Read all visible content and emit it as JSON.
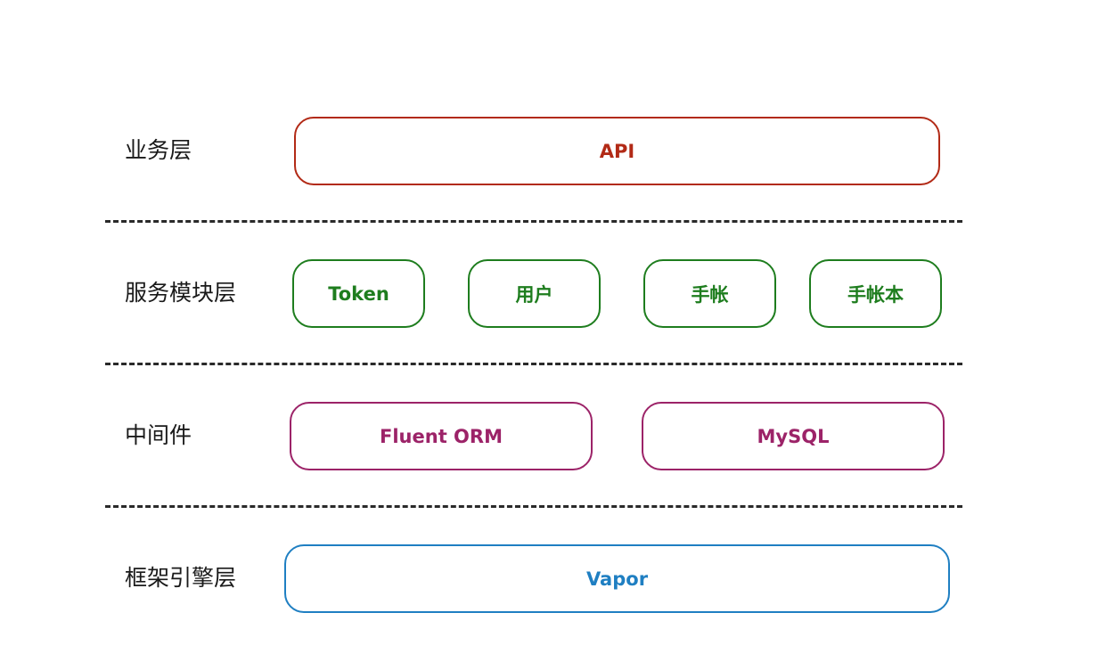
{
  "colors": {
    "business": "#b22a16",
    "service": "#1e7d1e",
    "middleware": "#9c2368",
    "framework": "#1f7fc2",
    "divider": "#2a2a2a",
    "label_text": "#1a1a1a"
  },
  "layers": {
    "business": {
      "label": "业务层",
      "boxes": [
        "API"
      ]
    },
    "service": {
      "label": "服务模块层",
      "boxes": [
        "Token",
        "用户",
        "手帐",
        "手帐本"
      ]
    },
    "middleware": {
      "label": "中间件",
      "boxes": [
        "Fluent ORM",
        "MySQL"
      ]
    },
    "framework": {
      "label": "框架引擎层",
      "boxes": [
        "Vapor"
      ]
    }
  }
}
